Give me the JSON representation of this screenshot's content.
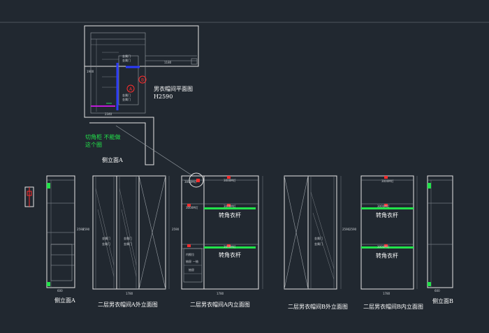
{
  "plan": {
    "title": "男衣帽间平面图",
    "scale": "H2590",
    "marker_a": "A",
    "marker_b": "B",
    "dim_top": "1180",
    "dim_left": "1900",
    "dim_bottom": "2340",
    "door_labels": [
      "金属门",
      "金属门"
    ],
    "door_sublabels": [
      "金属门",
      "金属门"
    ]
  },
  "note": {
    "line1": "切角柜 不能做",
    "line2": "这个圈"
  },
  "side_a_top_label": "侧立面A",
  "labels": {
    "side_a": "侧立面A",
    "elev_a_out": "二层男衣帽间A外立面图",
    "elev_a_in": "二层男衣帽间A内立面图",
    "elev_b_out": "二层男衣帽间B外立面图",
    "elev_b_in": "二层男衣帽间B内立面图",
    "side_b": "侧立面B"
  },
  "interior_a": {
    "top_tags": [
      "3000M灯",
      "3000M灯"
    ],
    "mid_tags": [
      "3000M灯",
      "3000M灯"
    ],
    "low_tag": "3000M灯",
    "rail_upper": "转角衣杆",
    "rail_lower": "转角衣杆",
    "left_block": [
      "内推拉",
      "抽屉",
      "一抽",
      "抽屉"
    ]
  },
  "interior_b": {
    "top_tag": "3000M灯",
    "mid_tags": [
      "3000M灯",
      "3000M灯"
    ],
    "rail_upper": "转角衣杆",
    "rail_lower": "转角衣杆"
  },
  "door_a": [
    "金属门",
    "金属门"
  ],
  "door_a_sub": [
    "金属门",
    "金属门"
  ],
  "door_b": "金属门",
  "door_b_sub": "金属门",
  "dims": {
    "h1": "2590",
    "w_a_out": "1780",
    "w_a_in": "1780",
    "w_b": "1780",
    "side": "600"
  }
}
